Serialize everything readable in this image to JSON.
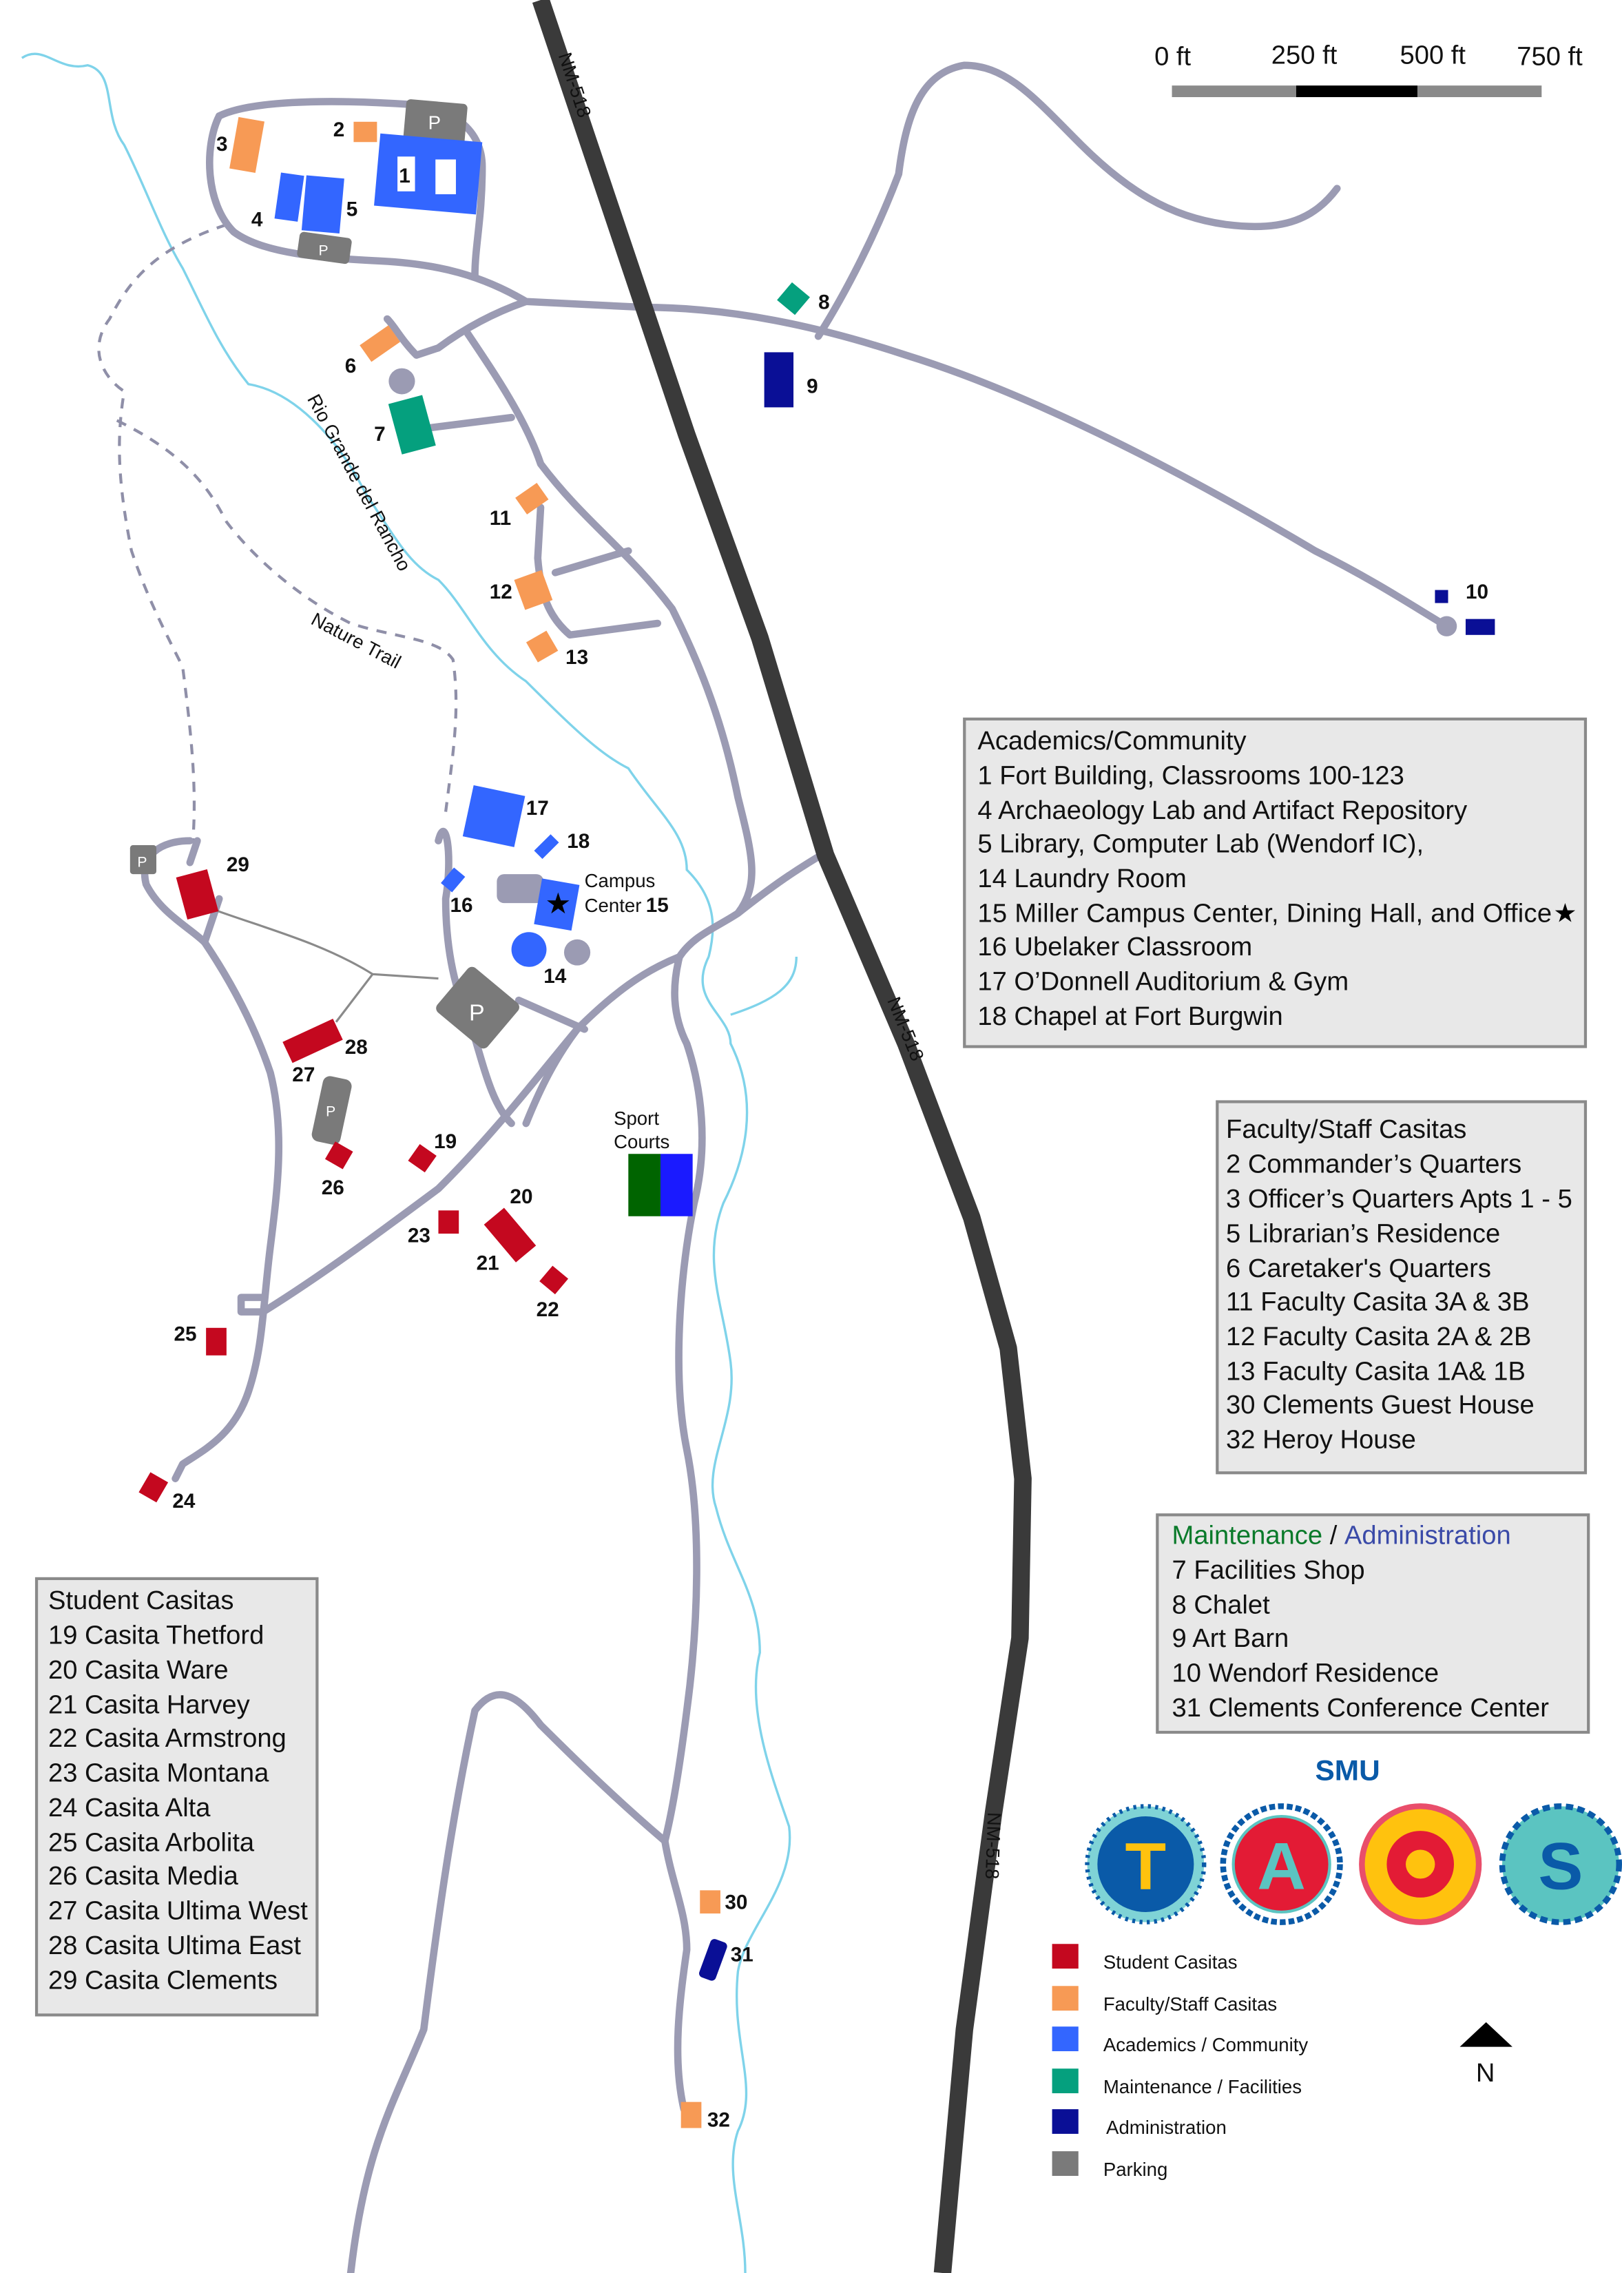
{
  "scale_bar": {
    "labels": [
      "0 ft",
      "250 ft",
      "500 ft",
      "750 ft"
    ]
  },
  "highway_label": "NM-518",
  "river_label": "Rio Grande del Rancho",
  "trail_label": "Nature Trail",
  "campus_center_label": [
    "Campus",
    "Center"
  ],
  "sport_courts_label": [
    "Sport",
    "Courts"
  ],
  "parking_label": "P",
  "building_numbers": [
    "1",
    "2",
    "3",
    "4",
    "5",
    "6",
    "7",
    "8",
    "9",
    "10",
    "11",
    "12",
    "13",
    "14",
    "15",
    "16",
    "17",
    "18",
    "19",
    "20",
    "21",
    "22",
    "23",
    "24",
    "25",
    "26",
    "27",
    "28",
    "29",
    "30",
    "31",
    "32"
  ],
  "academics": {
    "title": "Academics/Community",
    "items": [
      "1 Fort Building, Classrooms 100-123",
      "4 Archaeology Lab and Artifact Repository",
      "5 Library, Computer Lab (Wendorf IC),",
      "14 Laundry Room",
      "15 Miller Campus Center, Dining Hall, and Office",
      "16 Ubelaker Classroom",
      "17 O’Donnell Auditorium & Gym",
      "18 Chapel at Fort Burgwin"
    ]
  },
  "faculty": {
    "title": "Faculty/Staff Casitas",
    "items": [
      "2 Commander’s Quarters",
      "3 Officer’s Quarters Apts 1 - 5",
      "5 Librarian’s Residence",
      "6 Caretaker's Quarters",
      "11 Faculty Casita 3A & 3B",
      "12 Faculty Casita 2A & 2B",
      "13 Faculty Casita 1A& 1B",
      "30 Clements Guest House",
      "32 Heroy House"
    ]
  },
  "maintenance": {
    "title_a": "Maintenance",
    "sep": " / ",
    "title_b": "Administration",
    "items": [
      "7 Facilities Shop",
      "8 Chalet",
      "9 Art Barn",
      "10 Wendorf Residence",
      "31 Clements Conference Center"
    ]
  },
  "students": {
    "title": "Student Casitas",
    "items": [
      "19 Casita Thetford",
      "20 Casita Ware",
      "21 Casita Harvey",
      "22 Casita Armstrong",
      "23 Casita Montana",
      "24 Casita Alta",
      "25 Casita Arbolita",
      "26 Casita Media",
      "27 Casita Ultima West",
      "28 Casita Ultima East",
      "29 Casita Clements"
    ]
  },
  "logo": {
    "brand": "SMU",
    "letters": [
      "T",
      "A",
      "O",
      "S"
    ]
  },
  "legend": [
    {
      "label": "Student Casitas",
      "color": "#c4081f"
    },
    {
      "label": "Faculty/Staff Casitas",
      "color": "#f79a55"
    },
    {
      "label": "Academics / Community",
      "color": "#3366ff"
    },
    {
      "label": "Maintenance / Facilities",
      "color": "#05a07e"
    },
    {
      "label": "Administration",
      "color": "#0a0f96"
    },
    {
      "label": "Parking",
      "color": "#7a7a7a"
    }
  ],
  "north_label": "N",
  "colors": {
    "academics_title": "#1aa0e0",
    "faculty_title": "#f78f3a",
    "maintenance_title": "#0a7a2a",
    "administration_title": "#3a4aa8",
    "students_title": "#b01c2e",
    "smu": "#0a5aa8"
  }
}
